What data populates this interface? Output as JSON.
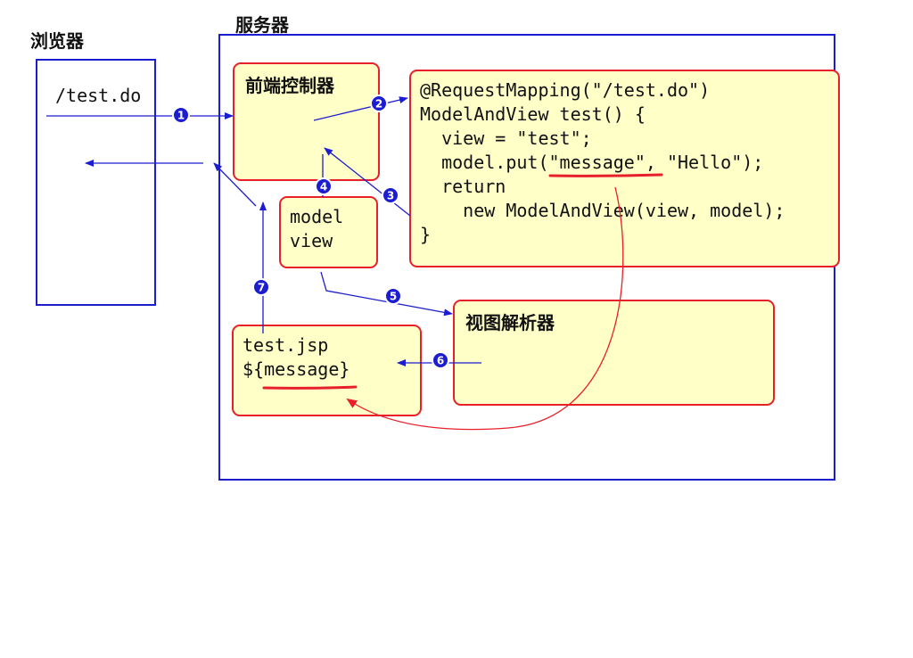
{
  "browser": {
    "title": "浏览器",
    "request": "/test.do"
  },
  "server": {
    "title": "服务器"
  },
  "front_controller": {
    "label": "前端控制器"
  },
  "controller_code": {
    "lines": [
      "@RequestMapping(\"/test.do\")",
      "ModelAndView test() {",
      "  view = \"test\";",
      "  model.put(\"message\", \"Hello\");",
      "  return",
      "    new ModelAndView(view, model);",
      "}"
    ]
  },
  "model_view": {
    "lines": [
      "model",
      "view"
    ]
  },
  "view_resolver": {
    "label": "视图解析器"
  },
  "jsp": {
    "lines": [
      "test.jsp",
      "${message}"
    ]
  },
  "steps": [
    "1",
    "2",
    "3",
    "4",
    "5",
    "6",
    "7"
  ],
  "colors": {
    "frame": "#1c1cd0",
    "box_border": "#e8202a",
    "box_fill": "#ffffc8",
    "arrow": "#1c1cd0",
    "badge": "#1c1cd0"
  }
}
